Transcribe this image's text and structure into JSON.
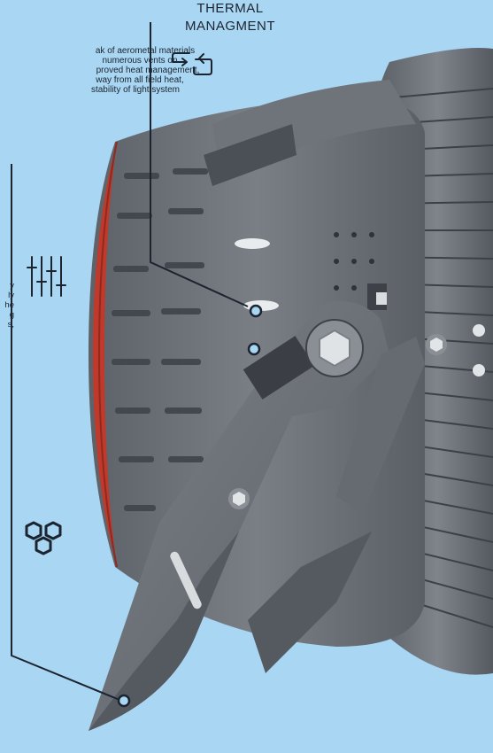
{
  "thermal": {
    "title_line1": "THERMAL",
    "title_line2": "MANAGMENT",
    "desc_lines": [
      "ak of aerometal materials",
      "numerous vents on",
      "proved heat management,",
      "way from all field heat,",
      "stability of light system"
    ]
  },
  "side_fragment": {
    "lines": [
      "y",
      "ly",
      "he",
      "g",
      "s,"
    ]
  },
  "icons": [
    "swap-arrows-icon",
    "sliders-icon",
    "hexagons-icon"
  ],
  "colors": {
    "background": "#a9d6f2",
    "fixture_gray": "#6b7077",
    "lens_red": "#c0392b",
    "line": "#1c2430"
  }
}
